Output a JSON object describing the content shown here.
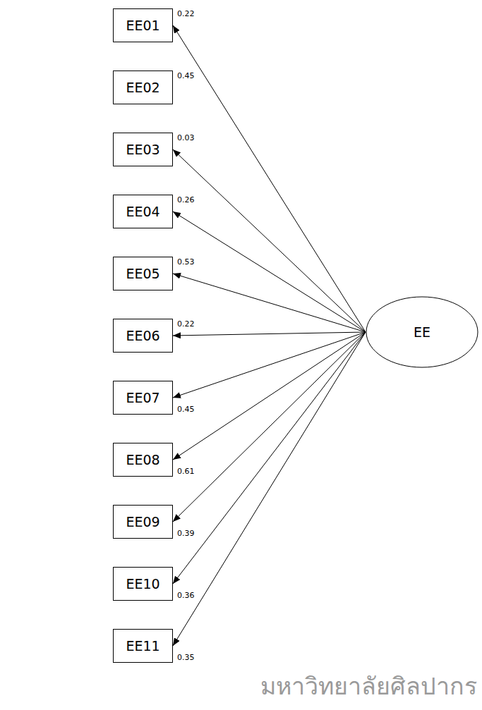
{
  "diagram": {
    "nodes": [
      {
        "text": [
          "EE01"
        ]
      },
      {
        "text": [
          "EE02"
        ]
      },
      {
        "text": [
          "EE03"
        ]
      },
      {
        "text": [
          "EE04"
        ]
      },
      {
        "text": [
          "EE05"
        ]
      },
      {
        "text": [
          "EE06"
        ]
      },
      {
        "text": [
          "EE07"
        ]
      },
      {
        "text": [
          "EE08"
        ]
      },
      {
        "text": [
          "EE09"
        ]
      },
      {
        "text": [
          "EE10"
        ]
      },
      {
        "text": [
          "EE11"
        ]
      },
      {
        "text": [
          "EE"
        ]
      }
    ],
    "edges": [
      {
        "from": 11,
        "to": 0,
        "arrow": "to",
        "label": "0.22"
      },
      {
        "from": 11,
        "to": 2,
        "arrow": "to",
        "label": "0.03"
      },
      {
        "from": 11,
        "to": 3,
        "arrow": "to",
        "label": "0.26"
      },
      {
        "from": 11,
        "to": 4,
        "arrow": "to",
        "label": "0.53"
      },
      {
        "from": 11,
        "to": 5,
        "arrow": "to",
        "label": "0.22"
      },
      {
        "from": 11,
        "to": 6,
        "arrow": "to",
        "label": "0.45"
      },
      {
        "from": 11,
        "to": 7,
        "arrow": "to",
        "label": "0.61"
      },
      {
        "from": 11,
        "to": 8,
        "arrow": "to",
        "label": "0.39"
      },
      {
        "from": 11,
        "to": 9,
        "arrow": "to",
        "label": "0.36"
      },
      {
        "from": 11,
        "to": 10,
        "arrow": "to",
        "label": "0.35"
      }
    ],
    "labels": [
      "0.45",
      "มหาวิทยาลัยศิลปากร"
    ]
  }
}
